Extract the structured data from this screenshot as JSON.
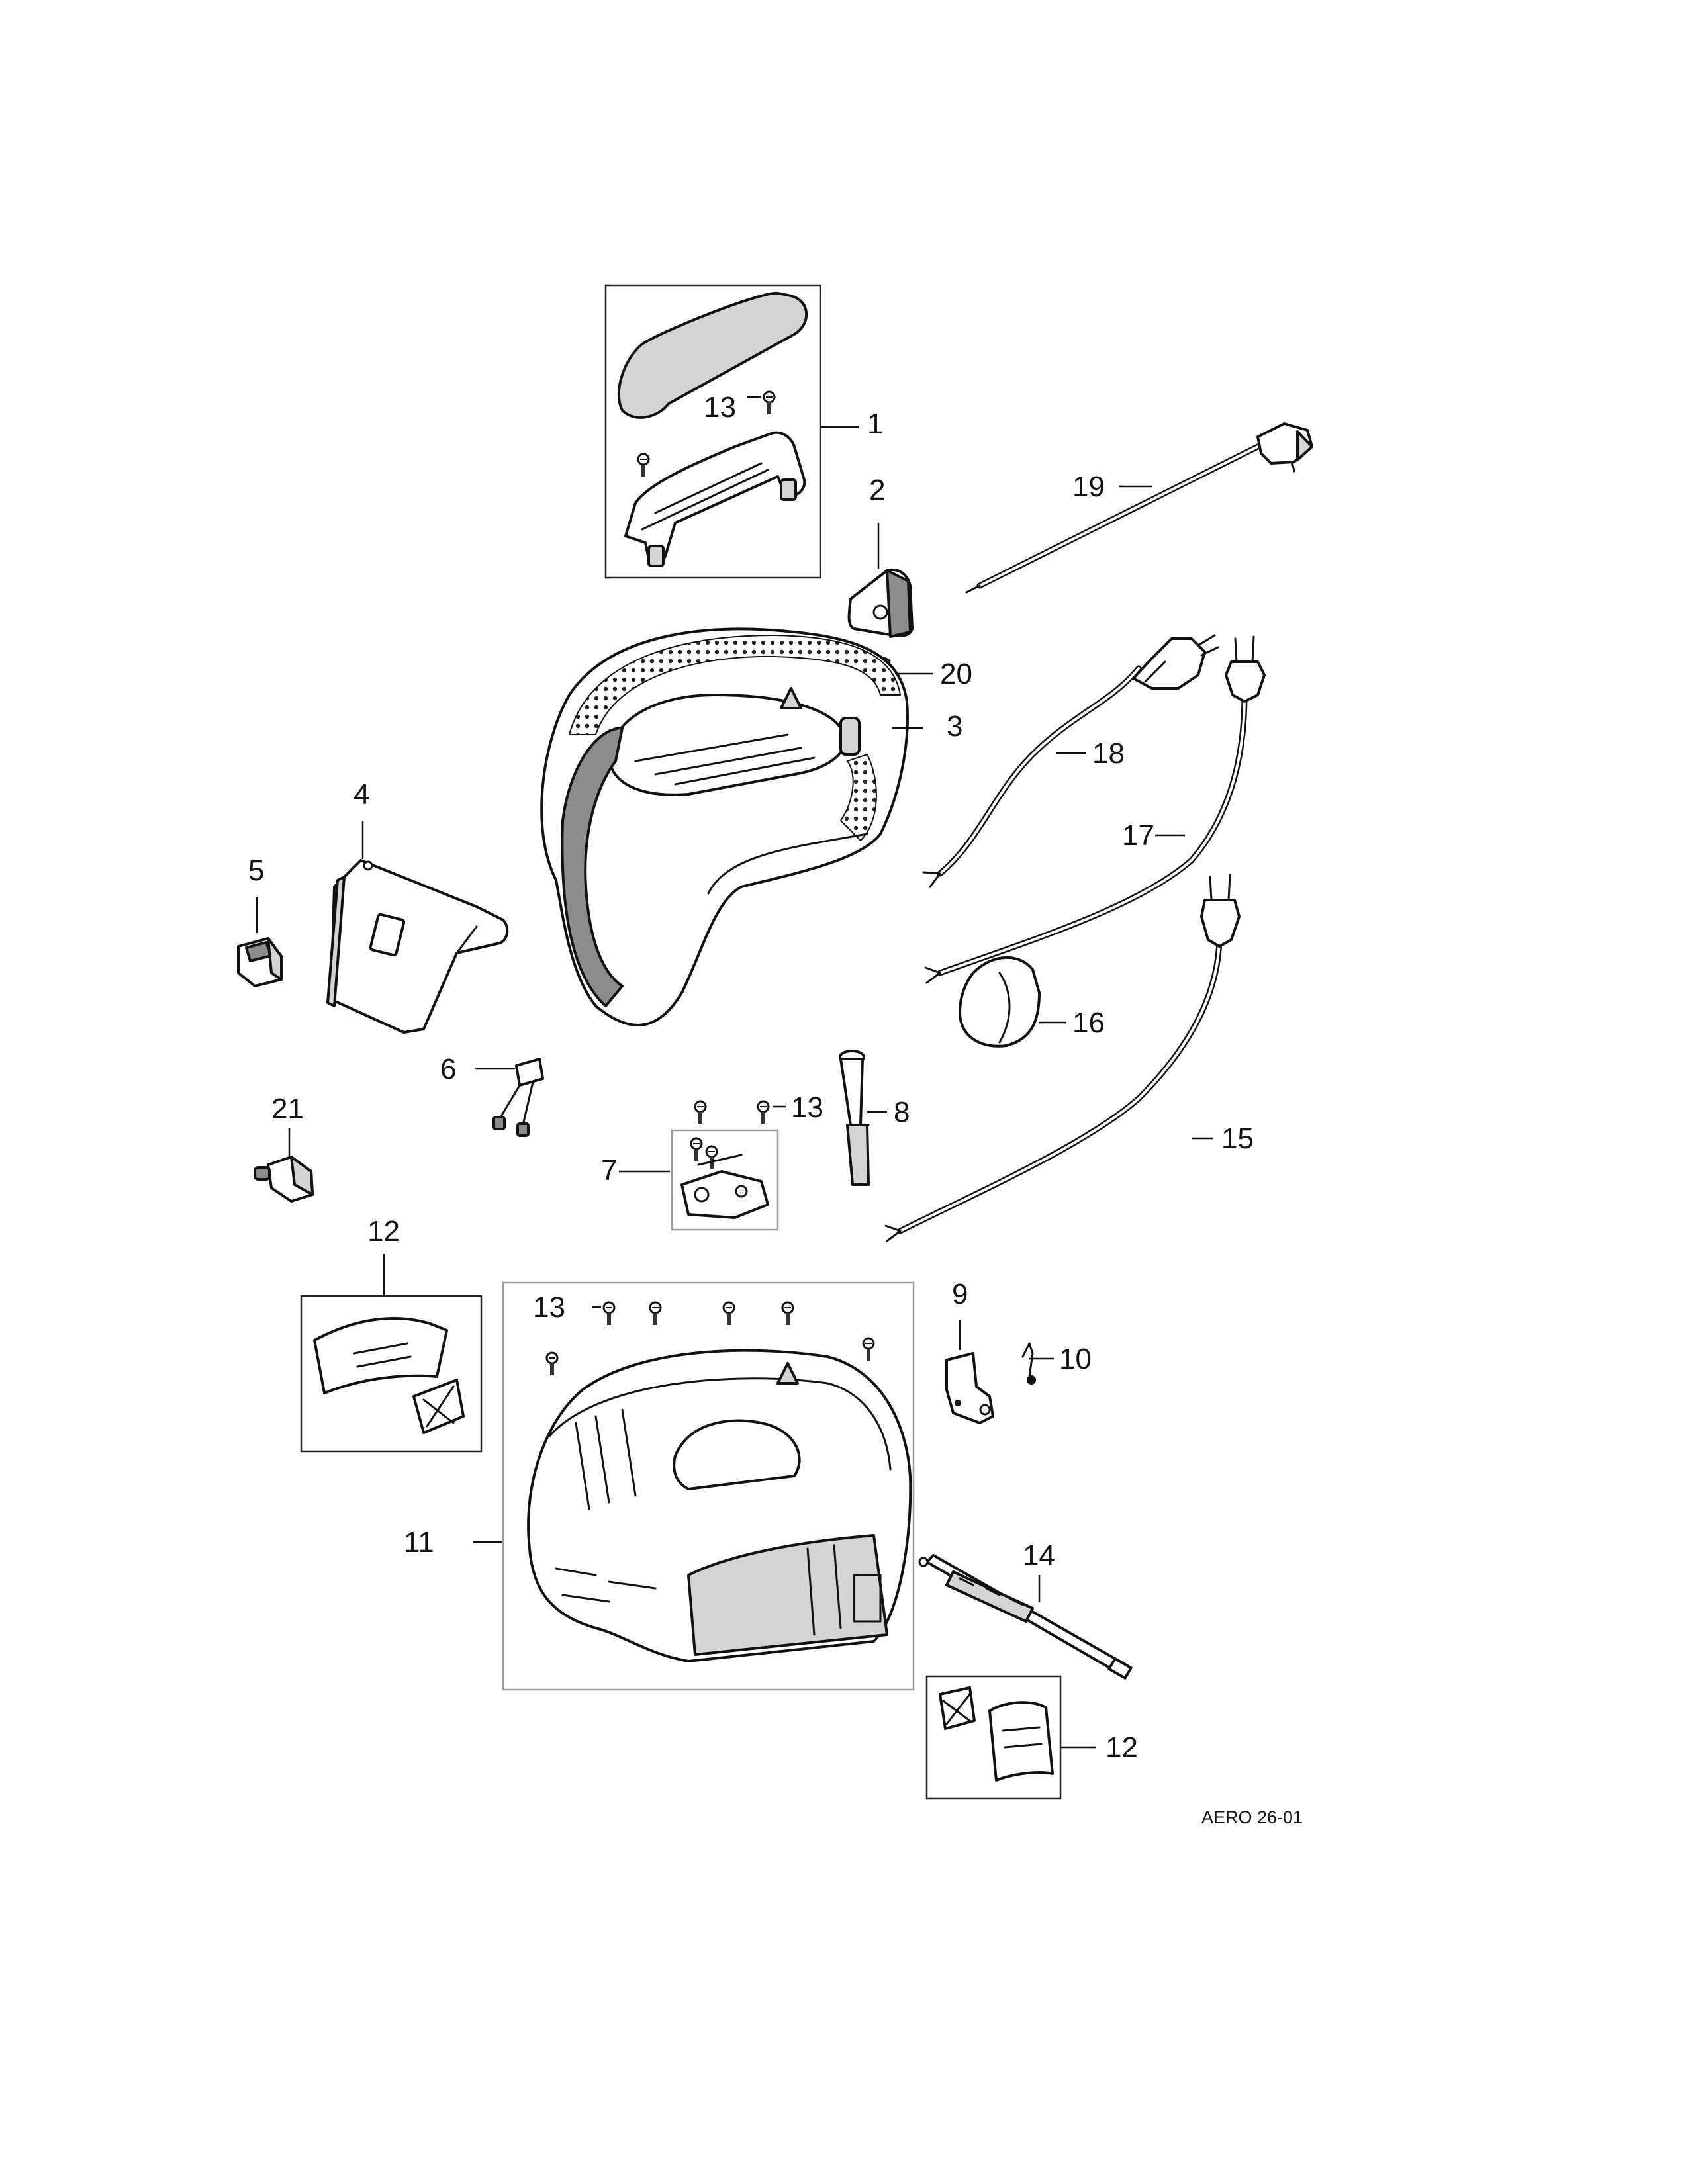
{
  "diagram": {
    "document_id": "AERO 26-01",
    "callouts": [
      {
        "id": "c1",
        "label": "1"
      },
      {
        "id": "c2",
        "label": "2"
      },
      {
        "id": "c3",
        "label": "3"
      },
      {
        "id": "c4",
        "label": "4"
      },
      {
        "id": "c5",
        "label": "5"
      },
      {
        "id": "c6",
        "label": "6"
      },
      {
        "id": "c7",
        "label": "7"
      },
      {
        "id": "c8",
        "label": "8"
      },
      {
        "id": "c9",
        "label": "9"
      },
      {
        "id": "c10",
        "label": "10"
      },
      {
        "id": "c11",
        "label": "11"
      },
      {
        "id": "c12a",
        "label": "12"
      },
      {
        "id": "c12b",
        "label": "12"
      },
      {
        "id": "c13a",
        "label": "13"
      },
      {
        "id": "c13b",
        "label": "13"
      },
      {
        "id": "c13c",
        "label": "13"
      },
      {
        "id": "c14",
        "label": "14"
      },
      {
        "id": "c15",
        "label": "15"
      },
      {
        "id": "c16",
        "label": "16"
      },
      {
        "id": "c17",
        "label": "17"
      },
      {
        "id": "c18",
        "label": "18"
      },
      {
        "id": "c19",
        "label": "19"
      },
      {
        "id": "c20",
        "label": "20"
      },
      {
        "id": "c21",
        "label": "21"
      }
    ]
  }
}
